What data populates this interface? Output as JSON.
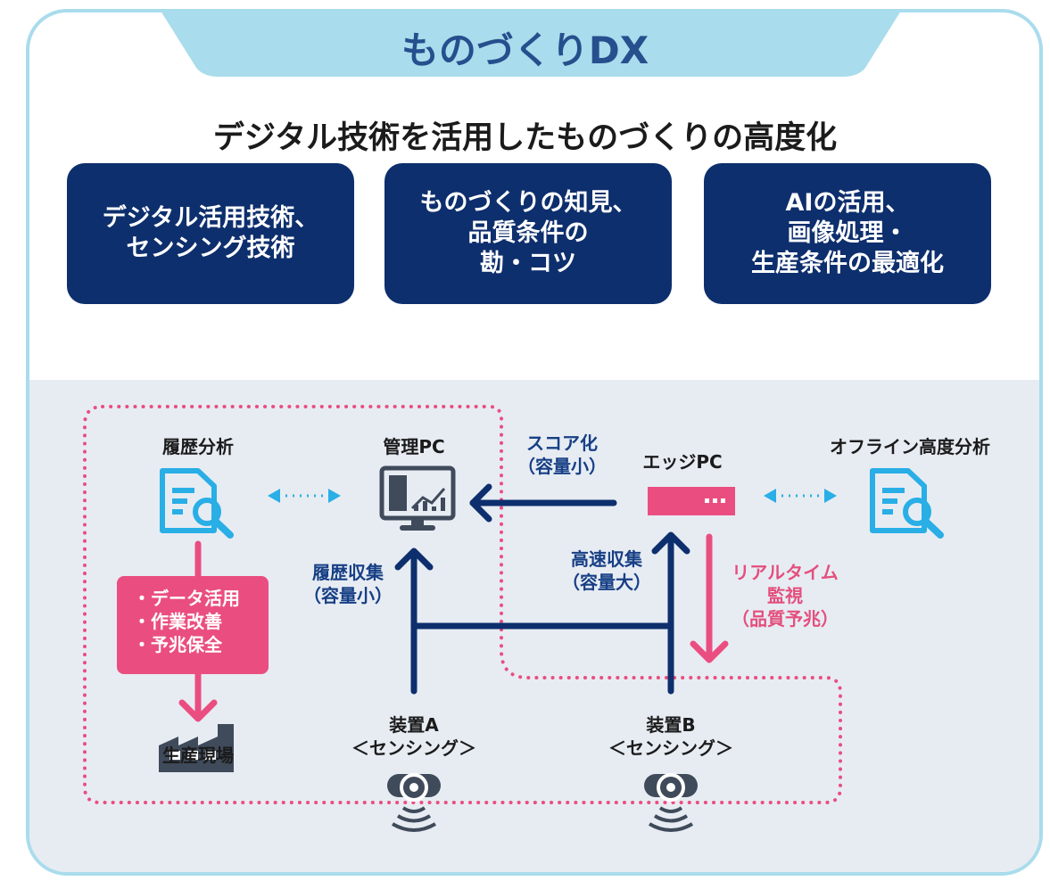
{
  "header": {
    "tab_title": "ものづくりDX",
    "headline": "デジタル技術を活用したものづくりの高度化"
  },
  "boxes": [
    {
      "lines": [
        "デジタル活用技術、",
        "センシング技術"
      ]
    },
    {
      "lines": [
        "ものづくりの知見、",
        "品質条件の",
        "勘・コツ"
      ]
    },
    {
      "lines": [
        "AIの活用、",
        "画像処理・",
        "生産条件の最適化"
      ]
    }
  ],
  "diagram": {
    "history_analysis": "履歴分析",
    "management_pc": "管理PC",
    "score_label": [
      "スコア化",
      "（容量小）"
    ],
    "edge_pc": "エッジPC",
    "offline_analysis": "オフライン高度分析",
    "history_collect": [
      "履歴収集",
      "（容量小）"
    ],
    "fast_collect": [
      "高速収集",
      "（容量大）"
    ],
    "realtime": [
      "リアルタイム",
      "監視",
      "（品質予兆）"
    ],
    "uses": [
      "・データ活用",
      "・作業改善",
      "・予兆保全"
    ],
    "production_site": "生産現場",
    "device_a": [
      "装置A",
      "＜センシング＞"
    ],
    "device_b": [
      "装置B",
      "＜センシング＞"
    ]
  },
  "colors": {
    "navy": "#0e2f6d",
    "light_blue_tab": "#a9dcec",
    "pink": "#ea4e80",
    "cyan_icon": "#29aee6",
    "lower_bg": "#e7ecf3"
  },
  "icons": {
    "document_search": "document-search-icon",
    "monitor_chart": "monitor-chart-icon",
    "edge_device": "edge-device-icon",
    "factory": "factory-icon",
    "sensor": "sensor-icon"
  }
}
